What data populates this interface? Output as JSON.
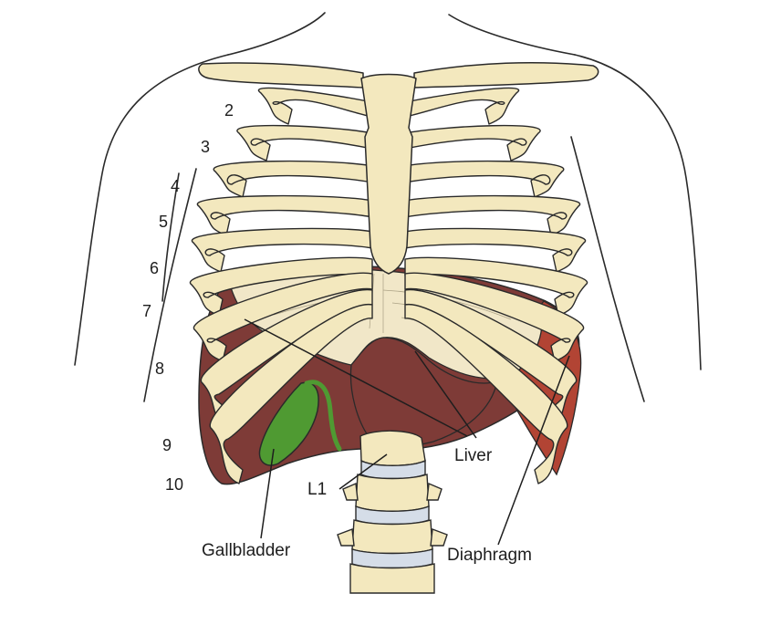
{
  "figure": {
    "rib_numbers": [
      "2",
      "3",
      "4",
      "5",
      "6",
      "7",
      "8",
      "9",
      "10"
    ],
    "labels": {
      "liver": "Liver",
      "gallbladder": "Gallbladder",
      "diaphragm": "Diaphragm",
      "vertebra": "L1"
    },
    "colors": {
      "bone": "#F3E8BE",
      "liver": "#7E3B37",
      "diaphragm": "#F1E7C8",
      "diaphragm_exposed": "#B24434",
      "gallbladder": "#4F9A32",
      "disc": "#D5DDE8",
      "outline": "#2A2A2A"
    }
  }
}
